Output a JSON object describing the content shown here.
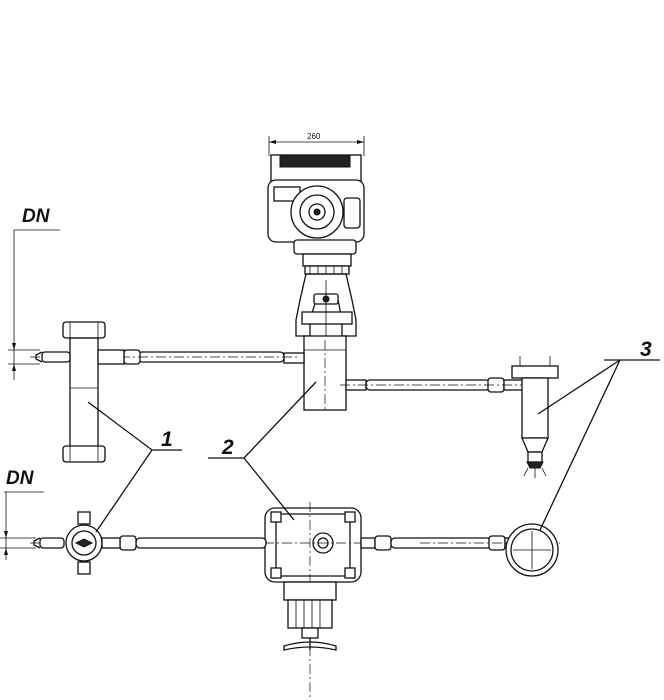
{
  "labels": {
    "dn_upper": "DN",
    "dn_lower": "DN",
    "dimension_width": "260",
    "callout_1": "1",
    "callout_2": "2",
    "callout_3": "3"
  }
}
